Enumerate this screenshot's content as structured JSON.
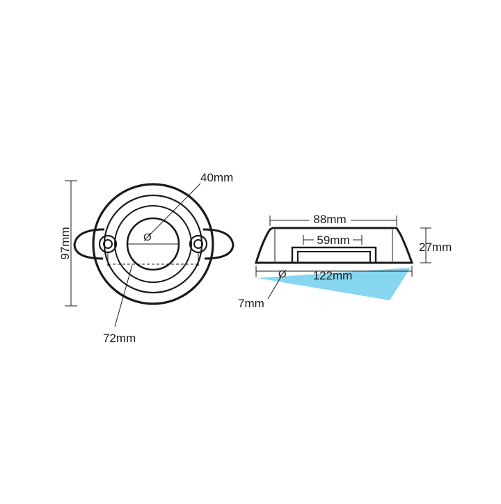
{
  "drawing": {
    "top_view": {
      "height_label": "97mm",
      "center_hole_label": "40mm",
      "center_hole_symbol": "Ø",
      "bolt_spacing_label": "72mm"
    },
    "side_view": {
      "top_width_label": "88mm",
      "recess_width_label": "59mm",
      "base_width_label": "122mm",
      "height_label": "27mm",
      "bolt_hole_symbol": "Ø",
      "bolt_hole_label": "7mm"
    },
    "colors": {
      "line": "#1a1a1a",
      "accent_fill": "#7fd4f0"
    }
  }
}
